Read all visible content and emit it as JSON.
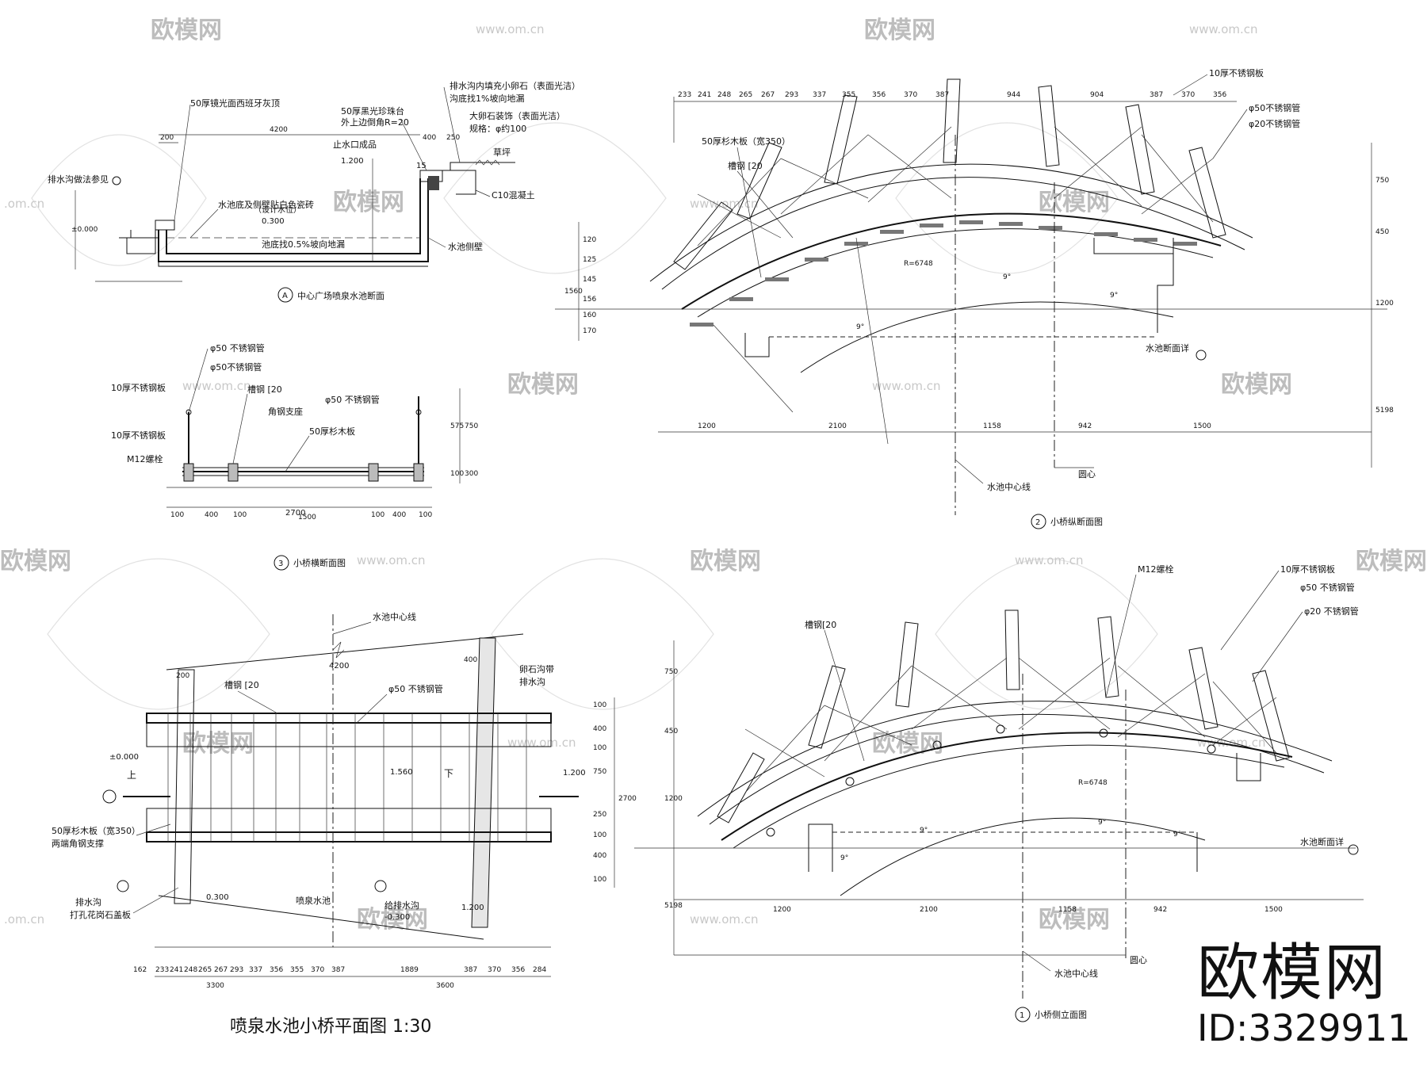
{
  "watermark": {
    "brand": "欧模网",
    "site": "www.om.cn",
    "site_short": ".om.cn"
  },
  "logo": {
    "brand": "欧模网",
    "id": "ID:3329911"
  },
  "section_a": {
    "caption": "中心广场喷泉水池断面",
    "marker": "A",
    "labels": {
      "top_slab": "50厚镜光面西班牙灰顶",
      "curb": "50厚黑光珍珠台",
      "curb2": "外上边倒角R=20",
      "drain_fill": "排水沟内填充小卵石（表面光洁）",
      "drain_slope": "沟底找1%坡向地漏",
      "pebble": "大卵石装饰（表面光洁）",
      "pebble_size": "规格：φ约100",
      "grass": "草坪",
      "stop": "止水口成品",
      "drain_ref": "排水沟做法参见",
      "tile": "水池底及侧壁贴白色瓷砖",
      "design_level": "（设计水位）",
      "floor_slope": "池底找0.5%坡向地漏",
      "side_wall": "水池侧壁",
      "concrete": "C10混凝土",
      "dim_4200": "4200",
      "dim_200": "200",
      "dim_400": "400",
      "dim_250": "250",
      "dim_1200": "1.200",
      "dim_0000": "±0.000",
      "dim_0300": "0.300",
      "dim_15": "15"
    }
  },
  "section_3": {
    "caption": "小桥横断面图",
    "marker": "3",
    "labels": {
      "pipe50": "φ50 不锈钢管",
      "pipe50b": "φ50不锈钢管",
      "plate": "10厚不锈钢板",
      "plate2": "10厚不锈钢板",
      "bolt": "M12螺栓",
      "channel": "槽钢 [20",
      "angle": "角钢支座",
      "plank": "50厚杉木板",
      "pipe50c": "φ50 不锈钢管"
    },
    "dims_bottom": [
      "100",
      "400",
      "100",
      "1500",
      "100",
      "400",
      "100"
    ],
    "dim_total": "2700",
    "dims_right": [
      "575",
      "750",
      "300",
      "100"
    ]
  },
  "section_2": {
    "caption": "小桥纵断面图",
    "marker": "2",
    "labels": {
      "plate": "10厚不锈钢板",
      "pipe50": "φ50不锈钢管",
      "pipe20": "φ20不锈钢管",
      "plank": "50厚杉木板（宽350）",
      "channel": "槽钢 [20",
      "radius": "R=6748",
      "pool": "水池断面详",
      "centerline": "水池中心线",
      "center": "圆心"
    },
    "dims_top": [
      "233",
      "241",
      "248",
      "265",
      "267",
      "293",
      "337",
      "355",
      "356",
      "370",
      "387",
      "944",
      "904",
      "387",
      "370",
      "356"
    ],
    "dims_bottom": [
      "1200",
      "2100",
      "1158",
      "942",
      "1500"
    ],
    "dims_left": [
      "1560",
      "170",
      "160",
      "156",
      "145",
      "125",
      "120"
    ],
    "dims_right": [
      "750",
      "450",
      "1200",
      "5198"
    ],
    "angle": "9°"
  },
  "section_1": {
    "caption": "小桥侧立面图",
    "marker": "1",
    "labels": {
      "bolt": "M12螺栓",
      "plate": "10厚不锈钢板",
      "pipe50": "φ50 不锈钢管",
      "pipe20": "φ20 不锈钢管",
      "channel": "槽钢[20",
      "radius": "R=6748",
      "pool": "水池断面详",
      "centerline": "水池中心线",
      "center": "圆心"
    },
    "dims_bottom": [
      "1200",
      "2100",
      "1158",
      "942",
      "1500"
    ],
    "dims_left": [
      "750",
      "450",
      "1200",
      "5198"
    ],
    "angle": "9°"
  },
  "plan": {
    "title": "喷泉水池小桥平面图 1:30",
    "labels": {
      "centerline": "水池中心线",
      "channel": "槽钢 [20",
      "pipe50": "φ50 不锈钢管",
      "gravel": "卵石沟带",
      "drain": "排水沟",
      "plank": "50厚杉木板（宽350）",
      "plank2": "两端角钢支撑",
      "drain2": "排水沟",
      "drain_cover": "打孔花岗石盖板",
      "fountain": "喷泉水池",
      "trench": "给排水沟",
      "up": "上",
      "down": "下",
      "level0": "±0.000",
      "level1560": "1.560",
      "level1200": "1.200",
      "level0300": "0.300",
      "level_n0300": "-0.300",
      "dim_4200": "4200",
      "dim_400": "400",
      "dim_200": "200"
    },
    "dims_bottom": [
      "162",
      "233",
      "241",
      "248",
      "265",
      "267",
      "293",
      "337",
      "356",
      "355",
      "370",
      "387",
      "1889",
      "387",
      "370",
      "356",
      "284"
    ],
    "dims_total": [
      "3300",
      "3600"
    ],
    "dims_right": [
      "100",
      "400",
      "100",
      "750",
      "2700",
      "250",
      "100",
      "400",
      "100"
    ]
  }
}
